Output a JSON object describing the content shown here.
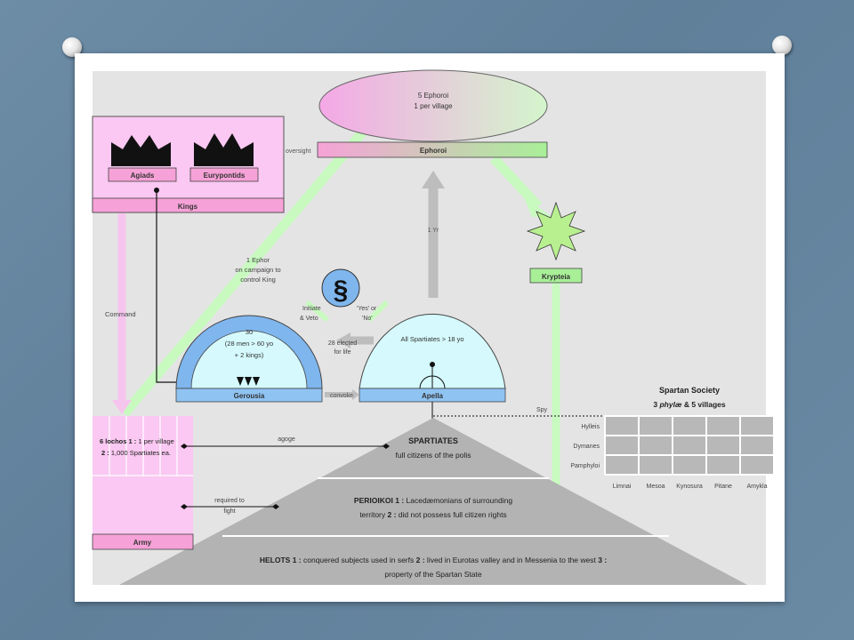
{
  "diagram": {
    "ephoroi_ellipse": [
      "5 Ephoroi",
      "1 per village"
    ],
    "ephoroi_label": "Ephoroi",
    "oversight": "oversight",
    "kings": {
      "agiads": "Agiads",
      "eurypontids": "Eurypontids",
      "kings_label": "Kings"
    },
    "one_yr": "1 Yr",
    "krypteia": "Krypteia",
    "ephor_campaign": [
      "1 Ephor",
      "on campaign to",
      "control King"
    ],
    "command": "Command",
    "section_symbol": "§",
    "initiate_veto": [
      "Initiate",
      "& Veto"
    ],
    "yes_no": [
      "'Yes' or",
      "'No'"
    ],
    "gerousia": {
      "text": [
        "30",
        "(28 men > 60 yo",
        "+ 2 kings)"
      ],
      "label": "Gerousia"
    },
    "elected": [
      "28 elected",
      "for life"
    ],
    "apella": {
      "text": "All Spartiates > 18 yo",
      "label": "Apella"
    },
    "convoke": "convoke",
    "spy": "Spy",
    "society": {
      "title": "Spartan Society",
      "subtitle_prefix": "3 ",
      "subtitle_italic": "phylæ",
      "subtitle_suffix": " & 5 villages",
      "rows": [
        "Hylleis",
        "Dymanes",
        "Pamphyloi"
      ],
      "cols": [
        "Limnai",
        "Mesoa",
        "Kynosura",
        "Pitane",
        "Amykla"
      ]
    },
    "army": {
      "line1_bold": "6 lochos",
      "line1_num": " 1 :",
      "line1_rest": " 1 per village",
      "line2_num": "2 :",
      "line2_rest": " 1,000 Spartiates ea.",
      "label": "Army"
    },
    "agoge": "agoge",
    "required": [
      "required to",
      "fight"
    ],
    "spartiates": {
      "title": "SPARTIATES",
      "sub": "full citizens of the polis"
    },
    "perioikoi": {
      "line1_bold": "PERIOIKOI",
      "line1_num": "1 :",
      "line1_rest": " Lacedæmonians of surrounding",
      "line2": "territory",
      "line2_num": "2 :",
      "line2_rest": " did not possess full citizen rights"
    },
    "helots": {
      "bold": "HELOTS",
      "n1": "1 :",
      "t1": " conquered subjects used in serfs",
      "n2": "2 :",
      "t2": " lived in Eurotas valley and in Messenia to the west",
      "n3": "3 :",
      "line2": "property of the Spartan State"
    }
  }
}
